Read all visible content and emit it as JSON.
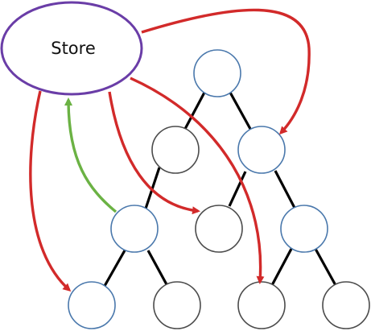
{
  "store": {
    "label": "Store",
    "outline_color": "#6a3da7"
  },
  "colors": {
    "subscribed_node_outline": "#4a78ac",
    "unsubscribed_node_outline": "#4b4b4b",
    "tree_edge": "#000000",
    "store_to_component_arrow": "#d22a2a",
    "component_to_store_arrow": "#6bb244"
  },
  "tree": {
    "nodes": [
      {
        "id": "root",
        "subscribed": true
      },
      {
        "id": "level1-left",
        "subscribed": false
      },
      {
        "id": "level1-right",
        "subscribed": true
      },
      {
        "id": "level2-a",
        "subscribed": true
      },
      {
        "id": "level2-b",
        "subscribed": false
      },
      {
        "id": "level2-c",
        "subscribed": true
      },
      {
        "id": "level3-a",
        "subscribed": true
      },
      {
        "id": "level3-b",
        "subscribed": false
      },
      {
        "id": "level3-c",
        "subscribed": false
      },
      {
        "id": "level3-d",
        "subscribed": false
      }
    ]
  },
  "arrows": {
    "store_to_components": [
      "level1-right",
      "level2-b",
      "level3-a",
      "level3-c"
    ],
    "component_to_store": [
      "level2-a"
    ]
  }
}
